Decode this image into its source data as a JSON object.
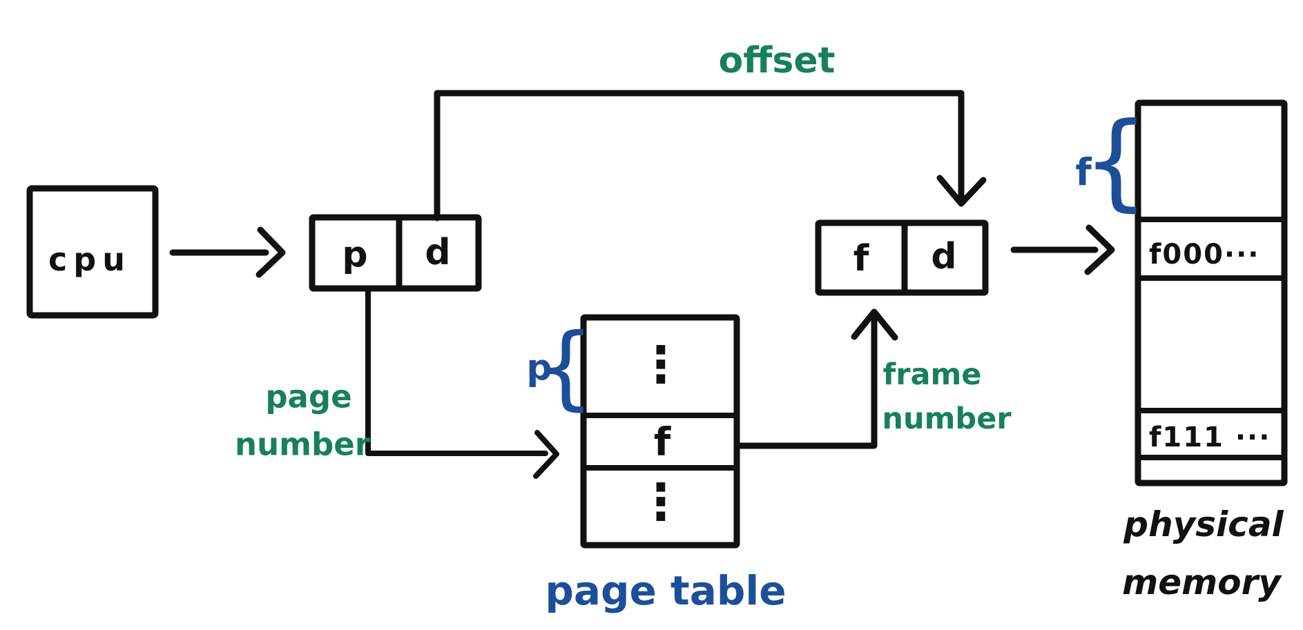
{
  "colors": {
    "paper": "#ffffff",
    "ink": "#111111",
    "green": "#17805a",
    "blue": "#1d4f99"
  },
  "cpu": {
    "label": "cpu"
  },
  "logical_address_box": {
    "page_field": "p",
    "displacement_field": "d"
  },
  "physical_address_box": {
    "frame_field": "f",
    "displacement_field": "d"
  },
  "flow_labels": {
    "offset": "offset",
    "page_number": [
      "page",
      "number"
    ],
    "frame_number": [
      "frame",
      "number"
    ]
  },
  "page_table": {
    "caption": "page table",
    "brace_glyph": "{",
    "brace_label": "p",
    "rows": [
      "⋮",
      "f",
      "⋮"
    ]
  },
  "physical_memory": {
    "caption": [
      "physical",
      "memory"
    ],
    "brace_glyph": "{",
    "brace_label": "f",
    "rows": [
      "",
      "f000···",
      "",
      "f111 ···",
      ""
    ]
  }
}
